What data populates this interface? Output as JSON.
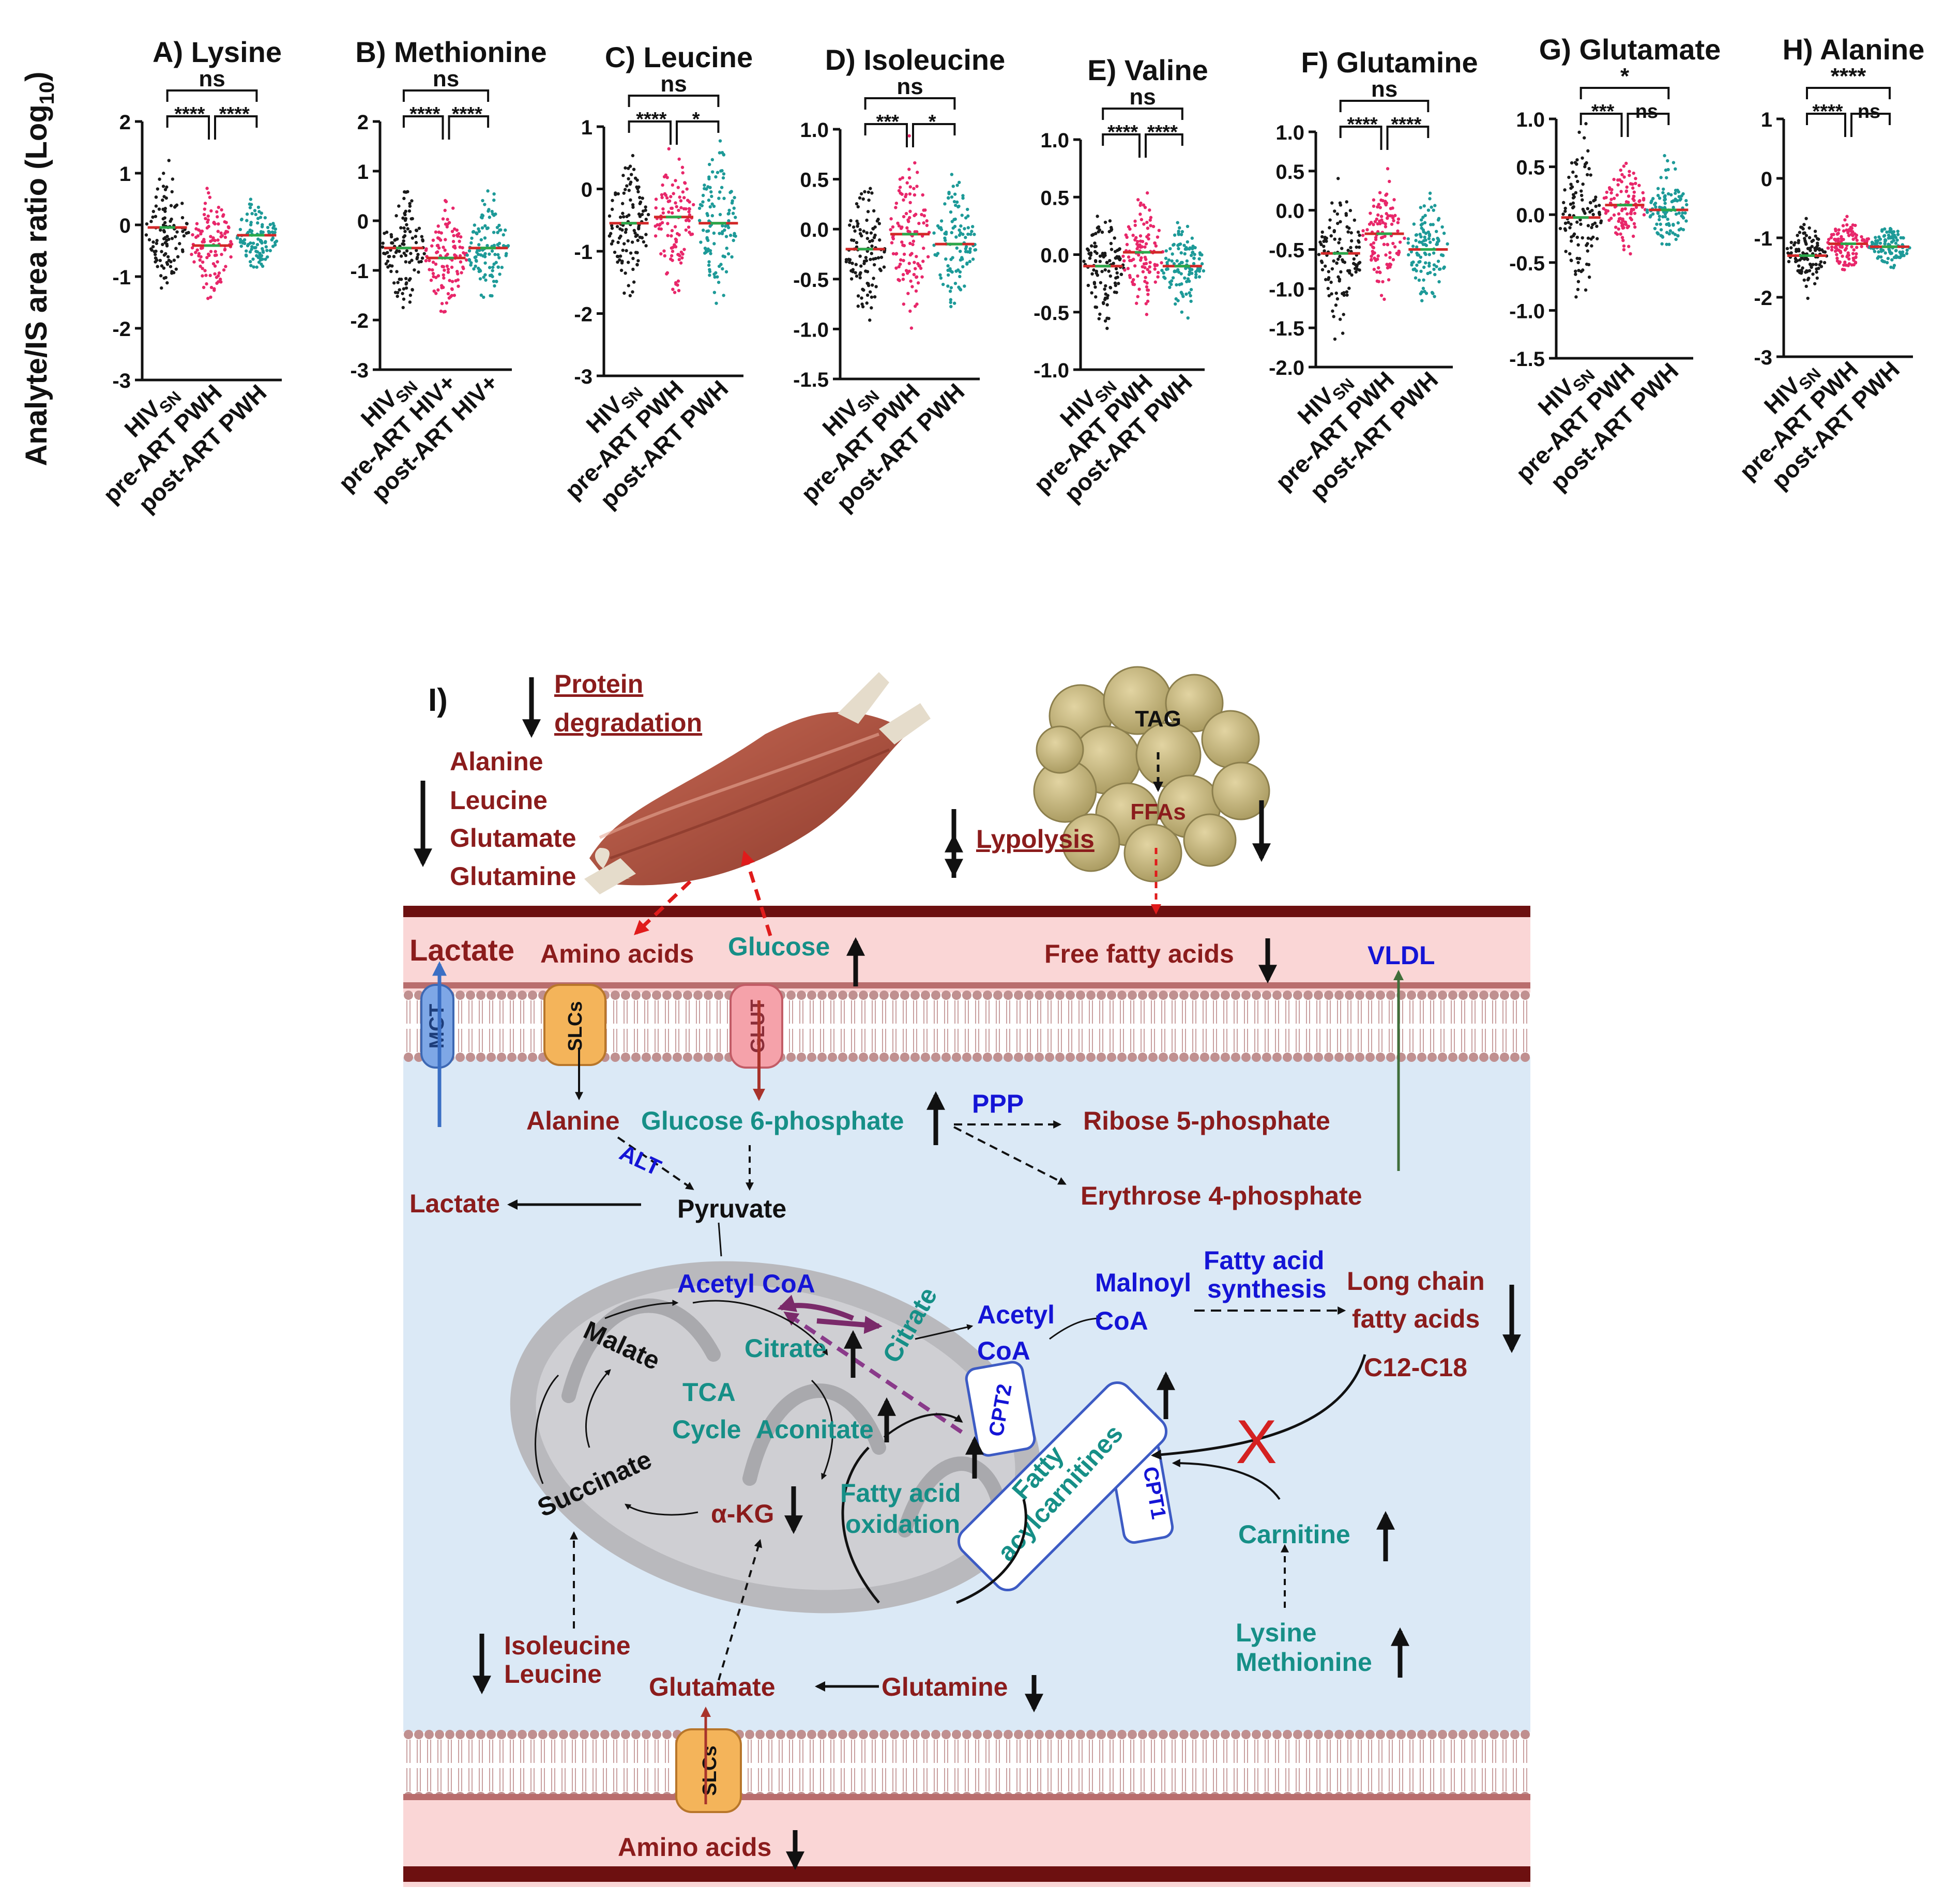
{
  "y_axis_label": "Analyte/IS area ratio (Log",
  "y_axis_label_sub": "10",
  "y_axis_label_close": ")",
  "charts": [
    {
      "title": "A) Lysine",
      "yticks": [
        "2",
        "1",
        "0",
        "-1",
        "-2",
        "-3"
      ],
      "xticks": [
        "HIV",
        "pre-ART PWH",
        "post-ART PWH"
      ],
      "sig": {
        "top": "ns",
        "left": "****",
        "right": "****"
      }
    },
    {
      "title": "B) Methionine",
      "yticks": [
        "2",
        "1",
        "0",
        "-1",
        "-2",
        "-3"
      ],
      "xticks": [
        "HIV",
        "pre-ART HIV+",
        "post-ART HIV+"
      ],
      "sig": {
        "top": "ns",
        "left": "****",
        "right": "****"
      }
    },
    {
      "title": "C) Leucine",
      "yticks": [
        "1",
        "0",
        "-1",
        "-2",
        "-3"
      ],
      "xticks": [
        "HIV",
        "pre-ART PWH",
        "post-ART PWH"
      ],
      "sig": {
        "top": "ns",
        "left": "****",
        "right": "*"
      }
    },
    {
      "title": "D) Isoleucine",
      "yticks": [
        "1.0",
        "0.5",
        "0.0",
        "-0.5",
        "-1.0",
        "-1.5"
      ],
      "xticks": [
        "HIV",
        "pre-ART PWH",
        "post-ART PWH"
      ],
      "sig": {
        "top": "ns",
        "left": "***",
        "right": "*"
      }
    },
    {
      "title": "E) Valine",
      "yticks": [
        "1.0",
        "0.5",
        "0.0",
        "-0.5",
        "-1.0"
      ],
      "xticks": [
        "HIV",
        "pre-ART PWH",
        "post-ART PWH"
      ],
      "sig": {
        "top": "ns",
        "left": "****",
        "right": "****"
      }
    },
    {
      "title": "F) Glutamine",
      "yticks": [
        "1.0",
        "0.5",
        "0.0",
        "-0.5",
        "-1.0",
        "-1.5",
        "-2.0"
      ],
      "xticks": [
        "HIV",
        "pre-ART PWH",
        "post-ART PWH"
      ],
      "sig": {
        "top": "ns",
        "left": "****",
        "right": "****"
      }
    },
    {
      "title": "G) Glutamate",
      "yticks": [
        "1.0",
        "0.5",
        "0.0",
        "-0.5",
        "-1.0",
        "-1.5"
      ],
      "xticks": [
        "HIV",
        "pre-ART PWH",
        "post-ART PWH"
      ],
      "sig": {
        "top": "*",
        "left": "***",
        "right": "ns"
      }
    },
    {
      "title": "H) Alanine",
      "yticks": [
        "1",
        "0",
        "-1",
        "-2",
        "-3"
      ],
      "xticks": [
        "HIV",
        "pre-ART PWH",
        "post-ART PWH"
      ],
      "sig": {
        "top": "****",
        "left": "****",
        "right": "ns"
      }
    }
  ],
  "hiv_subscript": "SN",
  "chart_data": [
    {
      "type": "scatter",
      "title": "A) Lysine",
      "categories": [
        "HIVSN",
        "pre-ART PWH",
        "post-ART PWH"
      ],
      "ylim": [
        -3,
        2
      ],
      "medians": [
        -0.05,
        -0.4,
        -0.2
      ],
      "spread": [
        0.5,
        0.45,
        0.3
      ],
      "colors": [
        "#1a1a1a",
        "#e8276a",
        "#1d9a98"
      ]
    },
    {
      "type": "scatter",
      "title": "B) Methionine",
      "categories": [
        "HIVSN",
        "pre-ART HIV+",
        "post-ART HIV+"
      ],
      "ylim": [
        -3,
        2
      ],
      "medians": [
        -0.55,
        -0.75,
        -0.55
      ],
      "spread": [
        0.55,
        0.5,
        0.45
      ],
      "colors": [
        "#1a1a1a",
        "#e8276a",
        "#1d9a98"
      ]
    },
    {
      "type": "scatter",
      "title": "C) Leucine",
      "categories": [
        "HIVSN",
        "pre-ART PWH",
        "post-ART PWH"
      ],
      "ylim": [
        -3,
        1
      ],
      "medians": [
        -0.55,
        -0.45,
        -0.55
      ],
      "spread": [
        0.45,
        0.5,
        0.55
      ],
      "colors": [
        "#1a1a1a",
        "#e8276a",
        "#1d9a98"
      ]
    },
    {
      "type": "scatter",
      "title": "D) Isoleucine",
      "categories": [
        "HIVSN",
        "pre-ART PWH",
        "post-ART PWH"
      ],
      "ylim": [
        -1.5,
        1
      ],
      "medians": [
        -0.2,
        -0.05,
        -0.15
      ],
      "spread": [
        0.3,
        0.35,
        0.3
      ],
      "colors": [
        "#1a1a1a",
        "#e8276a",
        "#1d9a98"
      ]
    },
    {
      "type": "scatter",
      "title": "E) Valine",
      "categories": [
        "HIVSN",
        "pre-ART PWH",
        "post-ART PWH"
      ],
      "ylim": [
        -1,
        1
      ],
      "medians": [
        -0.1,
        0.02,
        -0.1
      ],
      "spread": [
        0.2,
        0.22,
        0.18
      ],
      "colors": [
        "#1a1a1a",
        "#e8276a",
        "#1d9a98"
      ]
    },
    {
      "type": "scatter",
      "title": "F) Glutamine",
      "categories": [
        "HIVSN",
        "pre-ART PWH",
        "post-ART PWH"
      ],
      "ylim": [
        -2,
        1
      ],
      "medians": [
        -0.55,
        -0.3,
        -0.5
      ],
      "spread": [
        0.4,
        0.3,
        0.3
      ],
      "colors": [
        "#1a1a1a",
        "#e8276a",
        "#1d9a98"
      ]
    },
    {
      "type": "scatter",
      "title": "G) Glutamate",
      "categories": [
        "HIVSN",
        "pre-ART PWH",
        "post-ART PWH"
      ],
      "ylim": [
        -1.5,
        1
      ],
      "medians": [
        -0.03,
        0.1,
        0.05
      ],
      "spread": [
        0.35,
        0.2,
        0.2
      ],
      "colors": [
        "#1a1a1a",
        "#e8276a",
        "#1d9a98"
      ]
    },
    {
      "type": "scatter",
      "title": "H) Alanine",
      "categories": [
        "HIVSN",
        "pre-ART PWH",
        "post-ART PWH"
      ],
      "ylim": [
        -3,
        1
      ],
      "medians": [
        -1.3,
        -1.1,
        -1.15
      ],
      "spread": [
        0.25,
        0.2,
        0.15
      ],
      "colors": [
        "#1a1a1a",
        "#e8276a",
        "#1d9a98"
      ]
    }
  ],
  "diagram": {
    "panel_label": "I)",
    "protein_degradation": [
      "Protein",
      "degradation"
    ],
    "muscle_aa": [
      "Alanine",
      "Leucine",
      "Glutamate",
      "Glutamine"
    ],
    "tag": "TAG",
    "ffas": "FFAs",
    "lypolysis": "Lypolysis",
    "lactate_outside": "Lactate",
    "amino_acids_top": "Amino acids",
    "glucose": "Glucose",
    "free_fatty_acids": "Free fatty acids",
    "vldl": "VLDL",
    "mct": "MCT",
    "slcs": "SLCs",
    "glut": "GLUT",
    "alanine": "Alanine",
    "g6p": "Glucose 6-phosphate",
    "ppp": "PPP",
    "r5p": "Ribose 5-phosphate",
    "e4p": "Erythrose 4-phosphate",
    "alt": "ALT",
    "lactate_inside": "Lactate",
    "pyruvate": "Pyruvate",
    "acetyl_coa": "Acetyl CoA",
    "citrate": "Citrate",
    "citrate_rot": "Citrate",
    "acetyl_coa2": [
      "Acetyl",
      "CoA"
    ],
    "malnoyl_coa": [
      "Malnoyl",
      "CoA"
    ],
    "fa_synthesis": [
      "Fatty acid",
      "synthesis"
    ],
    "long_chain": [
      "Long chain",
      "fatty acids"
    ],
    "c12c18": "C12-C18",
    "malate": "Malate",
    "tca": [
      "TCA",
      "Cycle"
    ],
    "aconitate": "Aconitate",
    "succinate": "Succinate",
    "akg": "α-KG",
    "fa_oxidation": [
      "Fatty acid",
      "oxidation"
    ],
    "cpt2": "CPT2",
    "cpt1": "CPT1",
    "fatty_acylcarnitines": [
      "Fatty",
      "acylcarnitines"
    ],
    "cross": "X",
    "carnitine": "Carnitine",
    "lysine_methionine": [
      "Lysine",
      "Methionine"
    ],
    "ile_leu": [
      "Isoleucine",
      "Leucine"
    ],
    "glutamate": "Glutamate",
    "glutamine": "Glutamine",
    "slcs_bottom": "SLCs",
    "amino_acids_bottom": "Amino acids",
    "colors": {
      "dark_red": "#8b1c1c",
      "teal": "#168f87",
      "blue": "#1414d6",
      "black": "#111111"
    }
  }
}
